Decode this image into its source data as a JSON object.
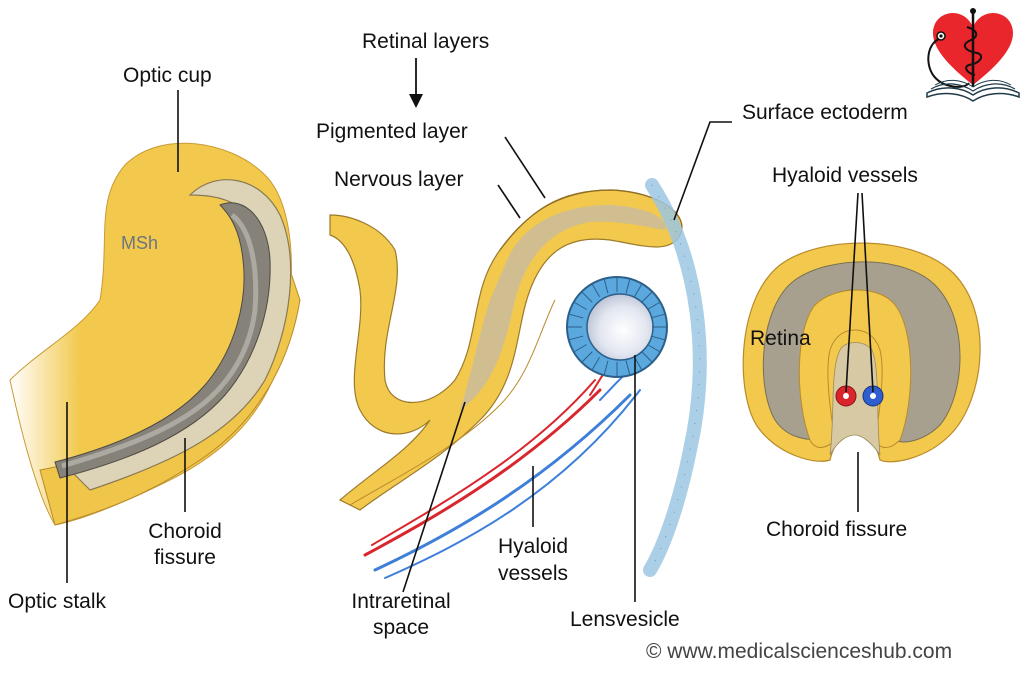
{
  "figure": {
    "logo": {
      "icon": "heart-caduceus-stethoscope-book-logo"
    },
    "copyright": "© www.medicalscienceshub.com",
    "colors": {
      "tissue_yellow": "#f2c94c",
      "tissue_outline": "#b98a2a",
      "choroid_gray": "#7d7a72",
      "inner_beige": "#cfc3a6",
      "lens_blue": "#5aa8de",
      "ectoderm_blue": "#b8d9ec",
      "artery_red": "#d9262c",
      "vein_blue": "#2f5fcf",
      "logo_red": "#e8262c"
    },
    "panels": [
      {
        "id": "optic-cup-3d",
        "labels": {
          "optic_cup": "Optic cup",
          "msh": "MSh",
          "choroid_fissure_1": "Choroid",
          "choroid_fissure_2": "fissure",
          "optic_stalk": "Optic stalk"
        }
      },
      {
        "id": "section-with-lens",
        "labels": {
          "retinal_layers": "Retinal layers",
          "pigmented_layer": "Pigmented layer",
          "nervous_layer": "Nervous layer",
          "intraretinal_1": "Intraretinal",
          "intraretinal_2": "space",
          "hyaloid_1": "Hyaloid",
          "hyaloid_2": "vessels",
          "lensvesicle": "Lensvesicle",
          "surface_ectoderm": "Surface ectoderm"
        }
      },
      {
        "id": "cross-section",
        "labels": {
          "hyaloid_vessels": "Hyaloid vessels",
          "retina": "Retina",
          "choroid_fissure": "Choroid fissure"
        }
      }
    ]
  }
}
